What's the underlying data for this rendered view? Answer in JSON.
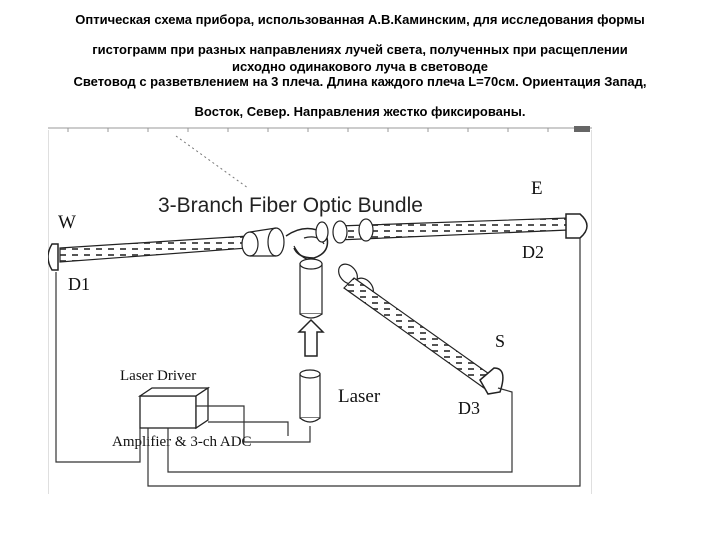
{
  "caption": {
    "line1": "Оптическая схема прибора, использованная  А.В.Каминским, для исследования формы",
    "line2": "гистограмм при разных   направлениях лучей света, полученных при расщеплении",
    "line3": "исходно одинакового луча в световоде",
    "line4": "Световод с разветвлением на 3 плеча. Длина каждого плеча L=70см. Ориентация Запад,",
    "line5": "Восток, Север. Направления жестко фиксированы."
  },
  "diagram": {
    "title": "3-Branch Fiber Optic Bundle",
    "direction_w": "W",
    "direction_e": "E",
    "direction_s": "S",
    "detector_d1": "D1",
    "detector_d2": "D2",
    "detector_d3": "D3",
    "laser_label": "Laser",
    "laser_driver_label": "Laser Driver",
    "amplifier_label": "Amplifier &  3-ch ADC"
  },
  "colors": {
    "line": "#2b2b2b",
    "tick": "#999999",
    "frame": "#bfbfbf"
  }
}
